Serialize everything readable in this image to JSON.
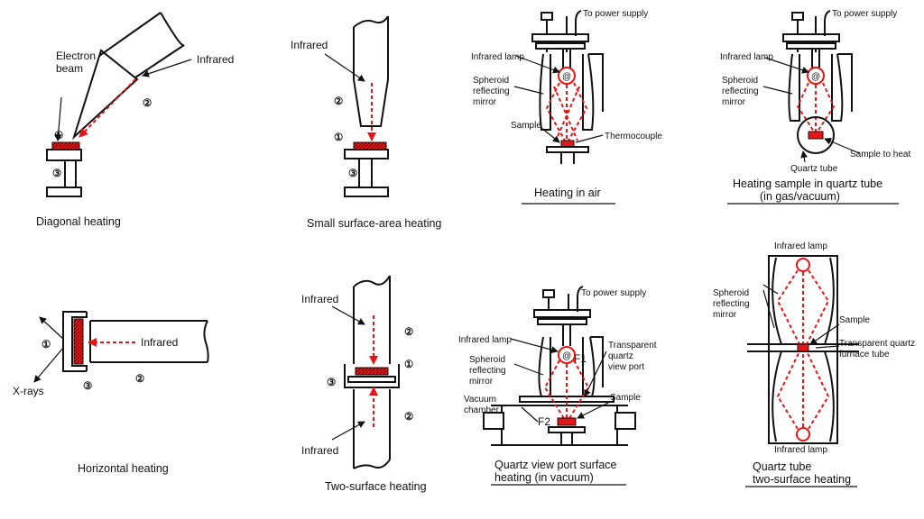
{
  "colors": {
    "ray": "#e41515",
    "line": "#111111",
    "background": "#ffffff"
  },
  "panels": {
    "diagonal": {
      "caption": "Diagonal heating",
      "electron_label": "Electron",
      "beam_label": "beam",
      "infrared_label": "Infrared",
      "n1": "①",
      "n2": "②",
      "n3": "③"
    },
    "small_area": {
      "caption": "Small surface-area heating",
      "infrared_label": "Infrared",
      "n1": "①",
      "n2": "②",
      "n3": "③"
    },
    "air": {
      "caption": "Heating in air",
      "power_label": "To power supply",
      "lamp_label": "Infrared lamp",
      "mirror_label_1": "Spheroid",
      "mirror_label_2": "reflecting",
      "mirror_label_3": "mirror",
      "sample_label": "Sample",
      "thermocouple_label": "Thermocouple"
    },
    "quartz_tube": {
      "caption_1": "Heating sample in quartz tube",
      "caption_2": "(in gas/vacuum)",
      "power_label": "To power supply",
      "lamp_label": "Infrared lamp",
      "mirror_label_1": "Spheroid",
      "mirror_label_2": "reflecting",
      "mirror_label_3": "mirror",
      "sample_label": "Sample to heat",
      "tube_label": "Quartz tube"
    },
    "horizontal": {
      "caption": "Horizontal heating",
      "infrared_label": "Infrared",
      "xray_label": "X-rays",
      "n1": "①",
      "n2": "②",
      "n3": "③"
    },
    "two_surface": {
      "caption": "Two-surface heating",
      "infrared_top": "Infrared",
      "infrared_bottom": "Infrared",
      "n1": "①",
      "n2_top": "②",
      "n2_bottom": "②",
      "n3": "③"
    },
    "view_port": {
      "caption_1": "Quartz view port surface",
      "caption_2": "heating (in vacuum)",
      "power_label": "To power supply",
      "lamp_label": "Infrared lamp",
      "mirror_label_1": "Spheroid",
      "mirror_label_2": "reflecting",
      "mirror_label_3": "mirror",
      "port_label_1": "Transparent",
      "port_label_2": "quartz",
      "port_label_3": "view port",
      "f1": "F1",
      "f2": "F2",
      "chamber_label_1": "Vacuum",
      "chamber_label_2": "chamber",
      "sample_label": "Sample"
    },
    "furnace": {
      "caption_1": "Quartz tube",
      "caption_2": "two-surface heating",
      "lamp_top": "Infrared lamp",
      "lamp_bottom": "Infrared lamp",
      "mirror_label_1": "Spheroid",
      "mirror_label_2": "reflecting",
      "mirror_label_3": "mirror",
      "sample_label": "Sample",
      "tube_label_1": "Transparent quartz",
      "tube_label_2": "furnace tube"
    }
  }
}
